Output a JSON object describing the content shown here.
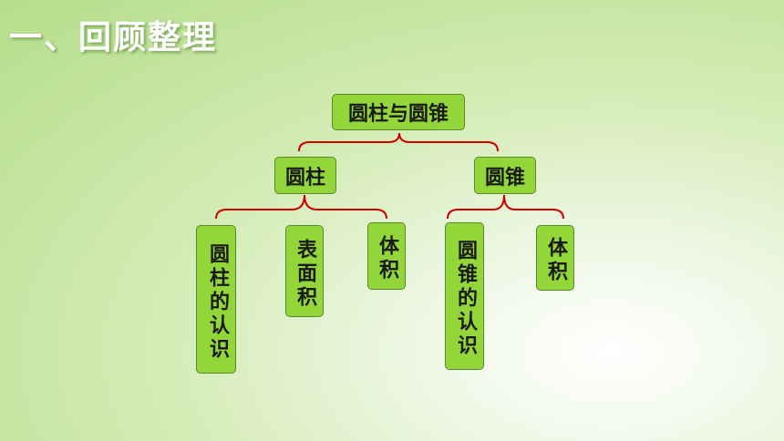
{
  "title": "一、回顾整理",
  "root": {
    "label": "圆柱与圆锥"
  },
  "cylinder": {
    "label": "圆柱",
    "children": [
      "圆柱的认识",
      "表面积",
      "体积"
    ]
  },
  "cone": {
    "label": "圆锥",
    "children": [
      "圆锥的认识",
      "体积"
    ]
  },
  "colors": {
    "node_fill": "#92d63a",
    "node_border": "#5a8a2a",
    "connector": "#cc0000",
    "title": "#ffffff"
  }
}
